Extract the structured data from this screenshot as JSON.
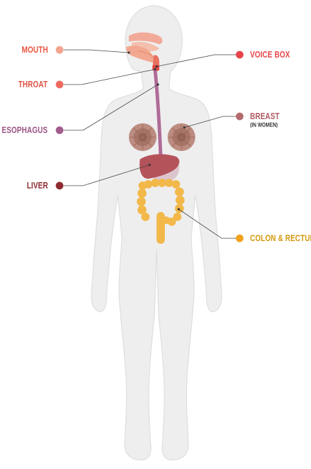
{
  "labels": {
    "mouth": "MOUTH",
    "throat": "THROAT",
    "esophagus": "ESOPHAGUS",
    "liver": "LIVER",
    "voice_box": "VOICE BOX",
    "breast": "BREAST",
    "breast_note": "(IN WOMEN)",
    "colon_rectum": "COLON & RECTUM"
  },
  "colors": {
    "mouth": "#e8553f",
    "mouth_dot": "#f2a48e",
    "throat": "#e05245",
    "esophagus": "#9b5585",
    "liver": "#8e2a2f",
    "voice_box": "#e8454a",
    "breast": "#b05a62",
    "colon_rectum": "#d39a10",
    "colon_dot": "#f0a21a",
    "body_fill": "#eeeeee",
    "body_stroke": "#dcdcdc"
  }
}
